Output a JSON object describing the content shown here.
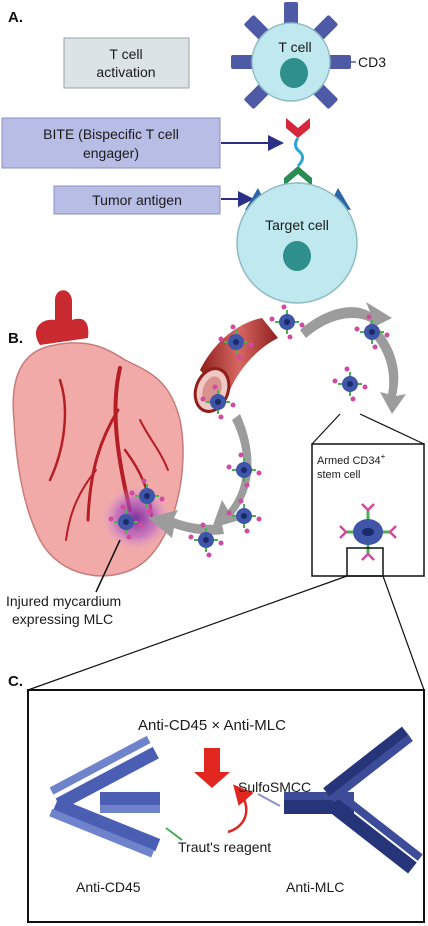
{
  "panels": {
    "a": {
      "letter": "A.",
      "t_cell_activation": [
        "T cell",
        "activation"
      ],
      "t_cell": "T cell",
      "cd3": "CD3",
      "bite": [
        "BITE (Bispecific T cell",
        "engager)"
      ],
      "tumor_antigen": "Tumor antigen",
      "target_cell": "Target cell"
    },
    "b": {
      "letter": "B.",
      "armed_cell": [
        "Armed CD34",
        "+",
        "stem cell"
      ],
      "injured": [
        "Injured mycardium",
        "expressing MLC"
      ]
    },
    "c": {
      "letter": "C.",
      "conjugate": "Anti-CD45 × Anti-MLC",
      "sulfosmcc": "SulfoSMCC",
      "trauts": "Traut's reagent",
      "anti_cd45": "Anti-CD45",
      "anti_mlc": "Anti-MLC"
    }
  },
  "colors": {
    "cell_fill": "#bfe9ef",
    "nucleus": "#2f8f8c",
    "receptor": "#4e5aa6",
    "label_box": "#dce3e6",
    "blue_box": "#b8bde6",
    "heart": "#f2aaa8",
    "vessel": "#b8312e",
    "arrow_red": "#e0261e"
  }
}
